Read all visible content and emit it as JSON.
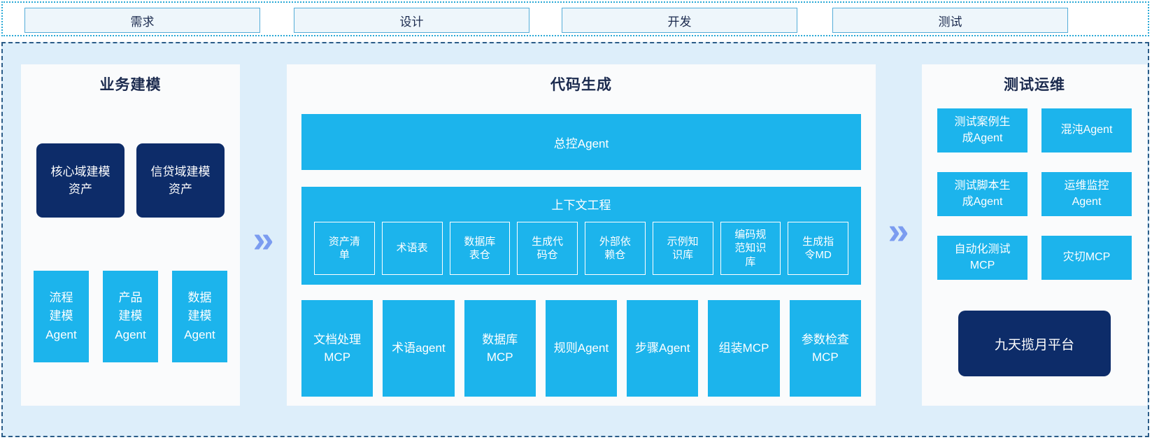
{
  "phases": [
    "需求",
    "设计",
    "开发",
    "测试"
  ],
  "arrow_glyph": "»",
  "business_modeling": {
    "title": "业务建模",
    "assets": [
      "核心域建模\n资产",
      "信贷域建模\n资产"
    ],
    "agents": [
      "流程\n建模\nAgent",
      "产品\n建模\nAgent",
      "数据\n建模\nAgent"
    ]
  },
  "code_generation": {
    "title": "代码生成",
    "master_agent": "总控Agent",
    "context_engineering": {
      "title": "上下文工程",
      "items": [
        "资产清\n单",
        "术语表",
        "数据库\n表仓",
        "生成代\n码仓",
        "外部依\n赖仓",
        "示例知\n识库",
        "编码规\n范知识\n库",
        "生成指\n令MD"
      ]
    },
    "tools": [
      "文档处理\nMCP",
      "术语agent",
      "数据库\nMCP",
      "规则Agent",
      "步骤Agent",
      "组装MCP",
      "参数检查\nMCP"
    ]
  },
  "test_ops": {
    "title": "测试运维",
    "boxes": [
      "测试案例生\n成Agent",
      "混沌Agent",
      "测试脚本生\n成Agent",
      "运维监控\nAgent",
      "自动化测试\nMCP",
      "灾切MCP"
    ],
    "platform": "九天揽月平台"
  },
  "colors": {
    "cyan": "#1cb4ec",
    "navy": "#0d2c69",
    "main_bg": "#ddeefa",
    "panel_bg": "#fafbfc",
    "arrow": "#7b9cf0",
    "dashed_border": "#2b5c88",
    "dotted_border": "#2aa9d6",
    "tab_border": "#55add8",
    "tab_bg": "#eef6fb",
    "title_text": "#1b2a4e"
  }
}
